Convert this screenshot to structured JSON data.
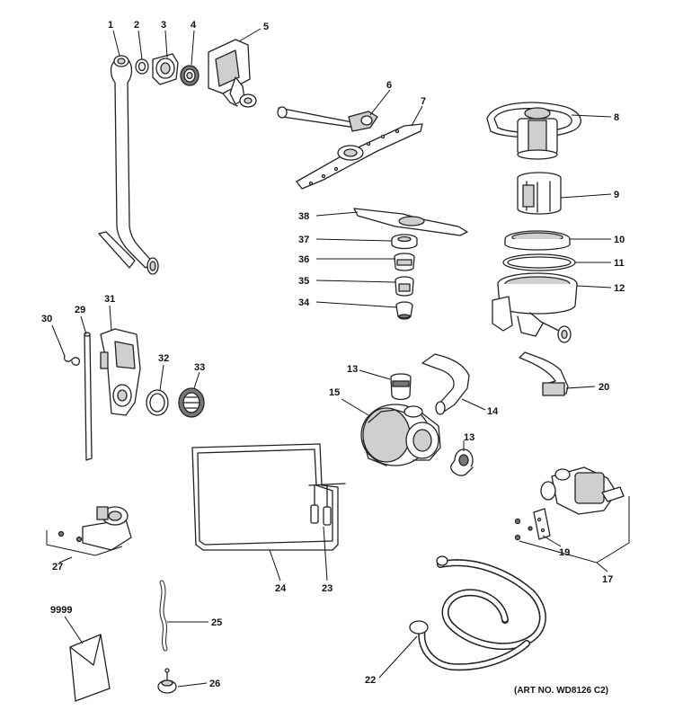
{
  "art_number": "(ART NO. WD8126 C2)",
  "callouts": [
    {
      "id": "c1",
      "label": "1"
    },
    {
      "id": "c2",
      "label": "2"
    },
    {
      "id": "c3",
      "label": "3"
    },
    {
      "id": "c4",
      "label": "4"
    },
    {
      "id": "c5",
      "label": "5"
    },
    {
      "id": "c6",
      "label": "6"
    },
    {
      "id": "c7",
      "label": "7"
    },
    {
      "id": "c8",
      "label": "8"
    },
    {
      "id": "c9",
      "label": "9"
    },
    {
      "id": "c10",
      "label": "10"
    },
    {
      "id": "c11",
      "label": "11"
    },
    {
      "id": "c12",
      "label": "12"
    },
    {
      "id": "c13a",
      "label": "13"
    },
    {
      "id": "c13b",
      "label": "13"
    },
    {
      "id": "c14",
      "label": "14"
    },
    {
      "id": "c15",
      "label": "15"
    },
    {
      "id": "c17",
      "label": "17"
    },
    {
      "id": "c19",
      "label": "19"
    },
    {
      "id": "c20",
      "label": "20"
    },
    {
      "id": "c22",
      "label": "22"
    },
    {
      "id": "c23",
      "label": "23"
    },
    {
      "id": "c24",
      "label": "24"
    },
    {
      "id": "c25",
      "label": "25"
    },
    {
      "id": "c26",
      "label": "26"
    },
    {
      "id": "c27",
      "label": "27"
    },
    {
      "id": "c29",
      "label": "29"
    },
    {
      "id": "c30",
      "label": "30"
    },
    {
      "id": "c31",
      "label": "31"
    },
    {
      "id": "c32",
      "label": "32"
    },
    {
      "id": "c33",
      "label": "33"
    },
    {
      "id": "c34",
      "label": "34"
    },
    {
      "id": "c35",
      "label": "35"
    },
    {
      "id": "c36",
      "label": "36"
    },
    {
      "id": "c37",
      "label": "37"
    },
    {
      "id": "c38",
      "label": "38"
    },
    {
      "id": "c9999",
      "label": "9999"
    }
  ]
}
